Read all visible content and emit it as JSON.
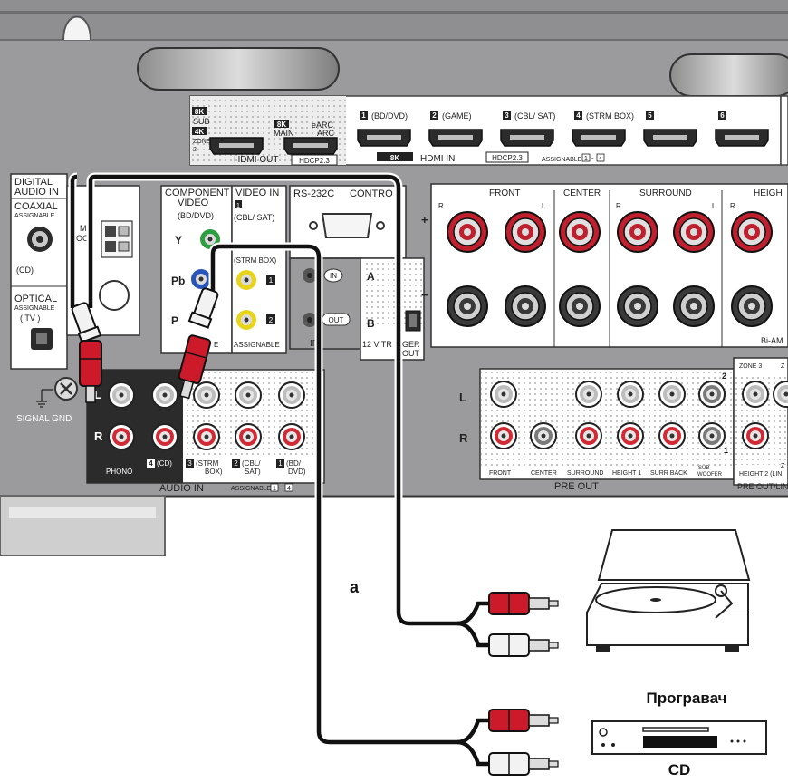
{
  "hdmi_out": {
    "sub_badge": "8K",
    "sub_label": "SUB",
    "zone_badge": "4K",
    "zone_label": "ZONE",
    "zone_num": "2",
    "main_badge": "8K",
    "main_label": "MAIN",
    "earc1": "eARC",
    "earc2": "ARC",
    "title": "HDMI OUT",
    "hdcp": "HDCP2.3"
  },
  "hdmi_in": {
    "ports": [
      {
        "num": "1",
        "label": "(BD/DVD)"
      },
      {
        "num": "2",
        "label": "(GAME)"
      },
      {
        "num": "3",
        "label": "(CBL/ SAT)"
      },
      {
        "num": "4",
        "label": "(STRM BOX)"
      },
      {
        "num": "5",
        "label": ""
      },
      {
        "num": "6",
        "label": ""
      }
    ],
    "badge": "8K",
    "title": "HDMI IN",
    "hdcp": "HDCP2.3",
    "assignable": "ASSIGNABLE",
    "assign_a": "1",
    "assign_dash": "-",
    "assign_b": "4"
  },
  "digital_audio": {
    "title1": "DIGITAL",
    "title2": "AUDIO IN",
    "coaxial": "COAXIAL",
    "coaxial_sub": "ASSIGNABLE",
    "coaxial_src": "(CD)",
    "optical": "OPTICAL",
    "optical_sub": "ASSIGNABLE",
    "optical_src": "( TV )"
  },
  "am_loop": {
    "l1": "M",
    "l2": "OOP"
  },
  "component": {
    "title1": "COMPONENT",
    "title2": "VIDEO",
    "src": "(BD/DVD)",
    "y": "Y",
    "pb": "Pb",
    "pr": "P"
  },
  "video_in": {
    "title": "VIDEO IN",
    "p1_num": "1",
    "p1_label": "(CBL/ SAT)",
    "p2_label": "(STRM BOX)",
    "n1": "1",
    "n2": "2",
    "assignable": "ASSIGNABLE",
    "e_suffix": "E"
  },
  "rs232": {
    "title": "RS-232C",
    "control": "CONTRO",
    "in": "IN",
    "out": "OUT",
    "ir": "IR"
  },
  "trigger": {
    "a": "A",
    "b": "B",
    "line1": "12 V  TR",
    "line1b": "GER",
    "out": "OUT"
  },
  "speakers": {
    "front": "FRONT",
    "center": "CENTER",
    "surround": "SURROUND",
    "height": "HEIGH",
    "r": "R",
    "l": "L",
    "biamp": "Bi-AM",
    "plus": "+",
    "minus": "−"
  },
  "pre_out": {
    "title": "PRE OUT",
    "l": "L",
    "r": "R",
    "n2": "2",
    "n1": "1",
    "labels": [
      "FRONT",
      "CENTER",
      "SURROUND",
      "HEIGHT 1",
      "SURR BACK",
      "SUB",
      "WOOFER"
    ],
    "zone3": "ZONE 3",
    "zone_cut": "Z",
    "height2": "HEIGHT 2 (LIN",
    "preout_lin": "PRE OUT/LIN",
    "zone_cut2": "Z"
  },
  "audio_in": {
    "title": "AUDIO IN",
    "assignable": "ASSIGNABLE",
    "a1": "1",
    "dash": "-",
    "a4": "4",
    "l": "L",
    "r": "R",
    "phono": "PHONO",
    "p4_num": "4",
    "p4_label": "(CD)",
    "p3_num": "3",
    "p3_label1": "(STRM",
    "p3_label2": "BOX)",
    "p2_num": "2",
    "p2_label1": "(CBL/",
    "p2_label2": "SAT)",
    "p1_num": "1",
    "p1_label1": "(BD/",
    "p1_label2": "DVD)"
  },
  "signal_gnd": "SIGNAL GND",
  "callout": "a",
  "devices": {
    "turntable": "Програвач",
    "cd": "CD"
  },
  "colors": {
    "panel": "#9b9b9d",
    "dark": "#2b2b2b",
    "rca_red": "#cc1a2a",
    "rca_white": "#f2f2f2",
    "cable": "#111111",
    "yellow": "#e8d41a",
    "green": "#2e9e3e",
    "blue": "#2a55b8",
    "speaker_red": "#c0202e"
  }
}
